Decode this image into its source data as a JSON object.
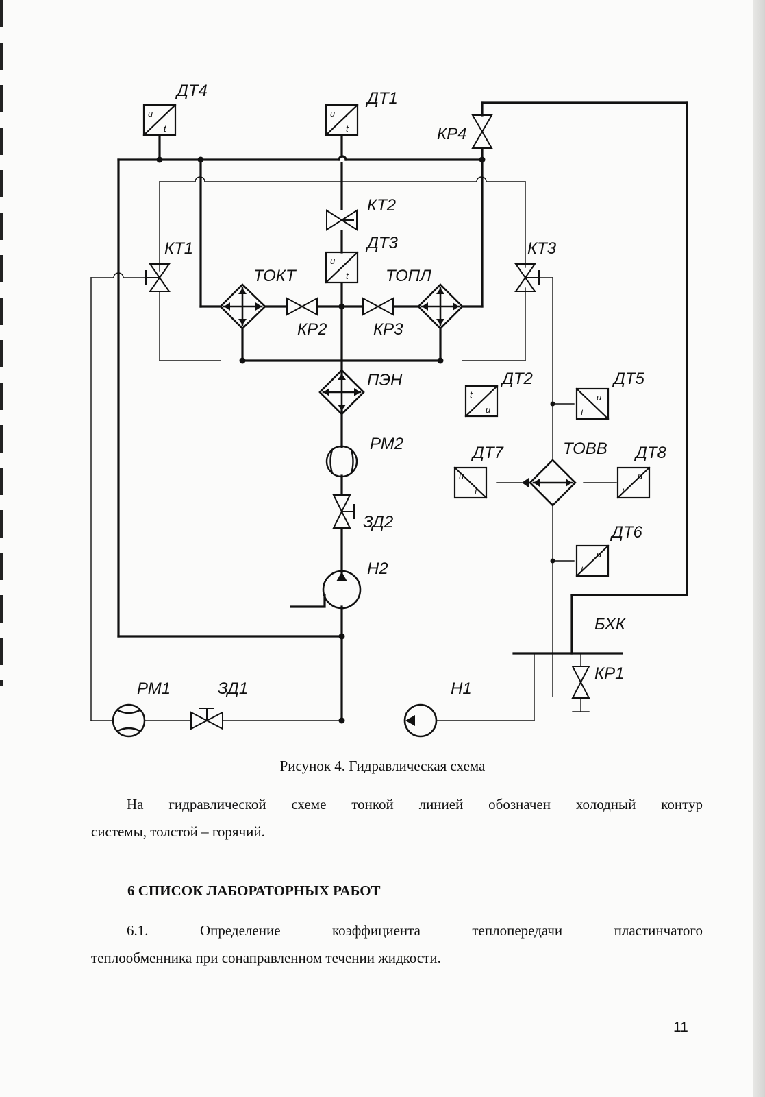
{
  "diagram": {
    "labels": {
      "dt4": "ДТ4",
      "dt1": "ДТ1",
      "kr4": "КР4",
      "kt2": "КТ2",
      "dt3": "ДТ3",
      "kt1": "КТ1",
      "kt3": "КТ3",
      "tokt": "ТОКТ",
      "topl": "ТОПЛ",
      "kr2": "КР2",
      "kr3": "КР3",
      "pen": "ПЭН",
      "dt2": "ДТ2",
      "dt5": "ДТ5",
      "rm2": "РМ2",
      "dt7": "ДТ7",
      "tovv": "ТОВВ",
      "dt8": "ДТ8",
      "zd2": "ЗД2",
      "dt6": "ДТ6",
      "n2": "Н2",
      "bhk": "БХК",
      "kr1": "КР1",
      "rm1": "РМ1",
      "zd1": "ЗД1",
      "n1": "Н1"
    },
    "sensor_u": "u",
    "sensor_t": "t"
  },
  "caption": "Рисунок 4. Гидравлическая схема",
  "paragraph1": {
    "line1": "На гидравлической схеме тонкой линией обозначен холодный контур",
    "line2": "системы, толстой – горячий."
  },
  "heading": "6 СПИСОК ЛАБОРАТОРНЫХ РАБОТ",
  "paragraph2": {
    "line1": "6.1. Определение коэффициента теплопередачи пластинчатого",
    "line2": "теплообменника при сонаправленном течении жидкости."
  },
  "page_number": "11"
}
